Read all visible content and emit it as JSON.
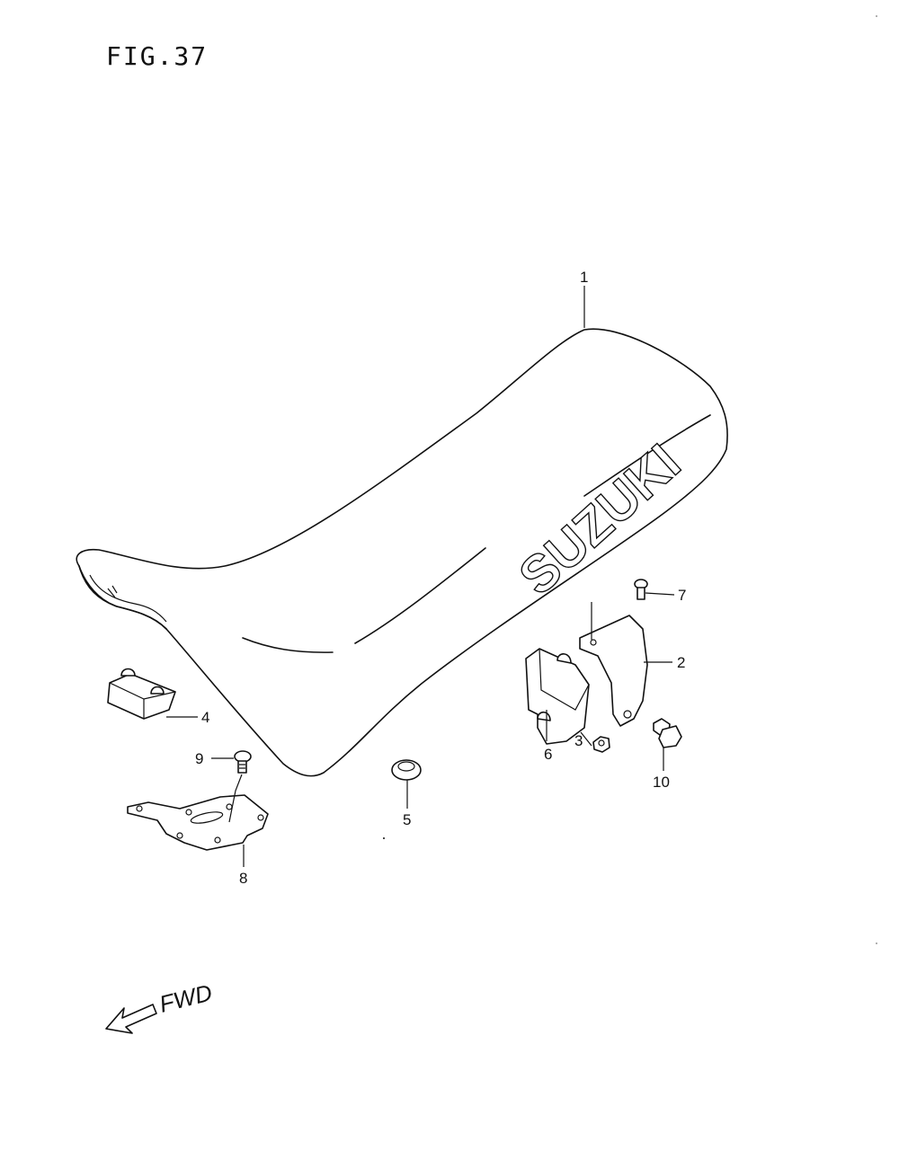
{
  "figure": {
    "title": "FIG.37"
  },
  "seat": {
    "brand_text": "SUZUKI"
  },
  "callouts": [
    {
      "id": "1",
      "label": "1"
    },
    {
      "id": "2",
      "label": "2"
    },
    {
      "id": "3",
      "label": "3"
    },
    {
      "id": "4",
      "label": "4"
    },
    {
      "id": "5",
      "label": "5"
    },
    {
      "id": "6",
      "label": "6"
    },
    {
      "id": "7",
      "label": "7"
    },
    {
      "id": "8",
      "label": "8"
    },
    {
      "id": "9",
      "label": "9"
    },
    {
      "id": "10",
      "label": "10"
    }
  ],
  "direction": {
    "label": "FWD"
  },
  "colors": {
    "ink": "#111111",
    "paper": "#ffffff"
  }
}
